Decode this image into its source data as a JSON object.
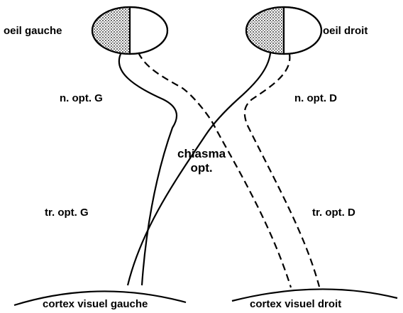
{
  "labels": {
    "left_eye": "oeil gauche",
    "right_eye": "oeil droit",
    "left_optic_nerve": "n. opt. G",
    "right_optic_nerve": "n. opt. D",
    "chiasma_line1": "chiasma",
    "chiasma_line2": "opt.",
    "left_optic_tract": "tr. opt. G",
    "right_optic_tract": "tr. opt. D",
    "left_visual_cortex": "cortex visuel gauche",
    "right_visual_cortex": "cortex visuel droit"
  },
  "colors": {
    "ink": "#000000",
    "retina_hatch": "#8a8a8a",
    "background": "#ffffff"
  }
}
